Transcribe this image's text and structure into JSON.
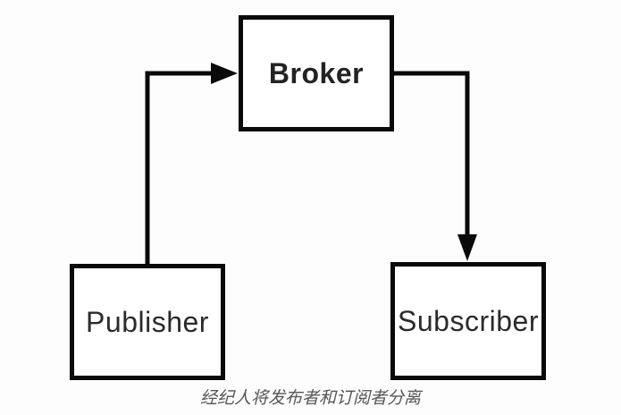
{
  "diagram": {
    "caption": "经纪人将发布者和订阅者分离",
    "nodes": [
      {
        "id": "broker",
        "label": "Broker",
        "emphasis": "bold"
      },
      {
        "id": "publisher",
        "label": "Publisher",
        "emphasis": "regular"
      },
      {
        "id": "subscriber",
        "label": "Subscriber",
        "emphasis": "regular"
      }
    ],
    "edges": [
      {
        "from": "publisher",
        "to": "broker",
        "style": "elbow-arrow"
      },
      {
        "from": "broker",
        "to": "subscriber",
        "style": "elbow-arrow"
      }
    ],
    "colors": {
      "background": "#fdfdfd",
      "node_fill": "#ffffff",
      "stroke": "#0a0a0a",
      "label_text": "#2b2b2b",
      "caption_text": "#555555"
    }
  }
}
